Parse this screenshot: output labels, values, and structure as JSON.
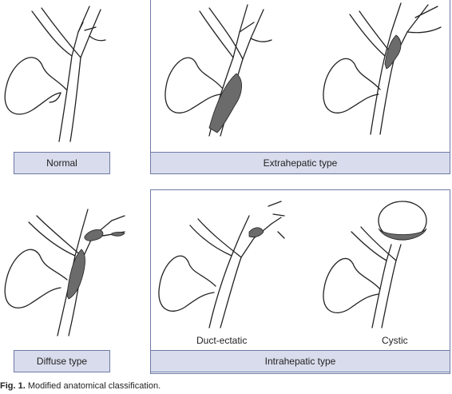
{
  "panels": {
    "normal": {
      "label": "Normal"
    },
    "extrahepatic": {
      "label": "Extrahepatic type"
    },
    "diffuse": {
      "label": "Diffuse type"
    },
    "intrahepatic": {
      "label": "Intrahepatic type",
      "sub_left": "Duct-ectatic",
      "sub_right": "Cystic"
    }
  },
  "caption": {
    "prefix": "Fig. 1.",
    "text": "Modified anatomical classification."
  },
  "colors": {
    "border": "#6f7aa6",
    "label_fill": "#d9dcec",
    "lesion": "#6b6b6b"
  }
}
